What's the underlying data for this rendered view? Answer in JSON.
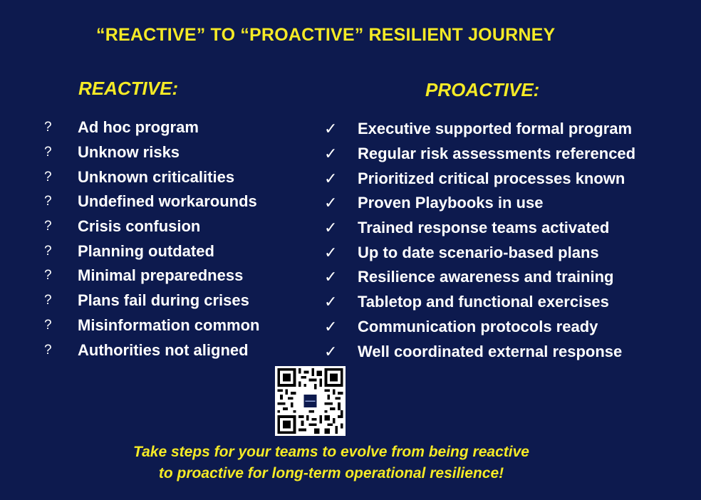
{
  "title": "“REACTIVE” TO “PROACTIVE” RESILIENT JOURNEY",
  "reactive": {
    "heading": "REACTIVE:",
    "marker": "?",
    "items": [
      "Ad hoc program",
      "Unknow risks",
      "Unknown criticalities",
      "Undefined workarounds",
      "Crisis confusion",
      "Planning outdated",
      "Minimal preparedness",
      "Plans fail during crises",
      "Misinformation common",
      "Authorities not aligned"
    ]
  },
  "proactive": {
    "heading": "PROACTIVE:",
    "marker": "✓",
    "items": [
      "Executive supported formal program",
      "Regular risk assessments referenced",
      "Prioritized critical processes known",
      "Proven Playbooks in use",
      "Trained response teams activated",
      "Up to date scenario-based plans",
      "Resilience awareness and training",
      "Tabletop and functional exercises",
      "Communication protocols ready",
      "Well coordinated external response"
    ]
  },
  "footer": {
    "line1": "Take steps for your teams to evolve from being reactive",
    "line2": "to proactive for long-term operational resilience!"
  },
  "colors": {
    "background": "#0d1a4e",
    "accent": "#f5ea26",
    "text": "#ffffff"
  }
}
